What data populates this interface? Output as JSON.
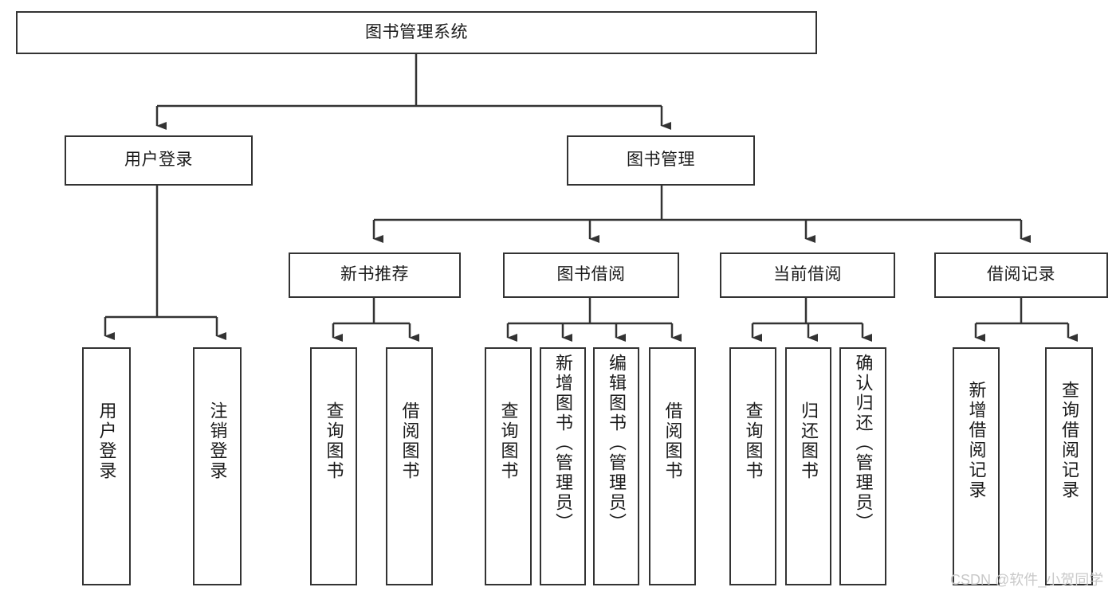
{
  "diagram": {
    "title": "图书管理系统",
    "type": "tree-hierarchy",
    "root": {
      "label": "图书管理系统"
    },
    "level2": [
      {
        "label": "用户登录"
      },
      {
        "label": "图书管理"
      }
    ],
    "level3": [
      {
        "label": "新书推荐"
      },
      {
        "label": "图书借阅"
      },
      {
        "label": "当前借阅"
      },
      {
        "label": "借阅记录"
      }
    ],
    "leaves": {
      "user_login": [
        {
          "label": "用户登录"
        },
        {
          "label": "注销登录"
        }
      ],
      "new_book_recommend": [
        {
          "label": "查询图书"
        },
        {
          "label": "借阅图书"
        }
      ],
      "book_borrow": [
        {
          "label": "查询图书"
        },
        {
          "label": "新增图书（管理员）"
        },
        {
          "label": "编辑图书（管理员）"
        },
        {
          "label": "借阅图书"
        }
      ],
      "current_borrow": [
        {
          "label": "查询图书"
        },
        {
          "label": "归还图书"
        },
        {
          "label": "确认归还（管理员）"
        }
      ],
      "borrow_record": [
        {
          "label": "新增借阅记录"
        },
        {
          "label": "查询借阅记录"
        }
      ]
    }
  },
  "watermark": {
    "text": "CSDN @软件_小贺同学"
  },
  "colors": {
    "box_border": "#333333",
    "box_fill": "#ffffff",
    "text": "#1a1a1a",
    "connector": "#333333",
    "watermark": "#c9c9c9"
  }
}
